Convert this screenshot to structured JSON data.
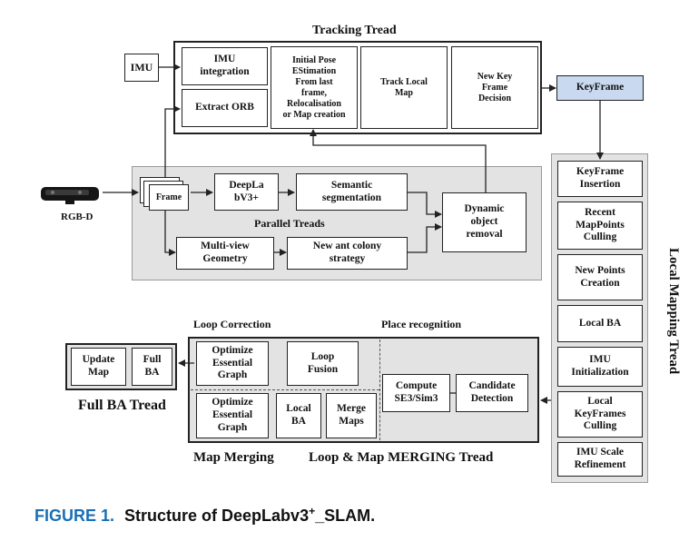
{
  "colors": {
    "caption_accent": "#1a6fb5",
    "keyframe_fill": "#c9d9ef",
    "region_fill": "#e3e3e3"
  },
  "tracking": {
    "title": "Tracking Tread",
    "imu": "IMU",
    "imu_integration": "IMU\nintegration",
    "extract_orb": "Extract ORB",
    "initial_pose": "Initial Pose\nEStimation\nFrom last\nframe,\nRelocalisation\nor Map creation",
    "track_local_map": "Track Local\nMap",
    "new_keyframe_decision": "New Key\nFrame\nDecision"
  },
  "keyframe": "KeyFrame",
  "sensor": {
    "label": "RGB-D",
    "icon": "rgbd-camera-icon"
  },
  "parallel": {
    "title": "Parallel Treads",
    "frame": "Frame",
    "deeplab": "DeepLa\nbV3+",
    "semantic": "Semantic\nsegmentation",
    "multiview": "Multi-view\nGeometry",
    "antcolony": "New ant colony\nstrategy",
    "dynamic": "Dynamic\nobject\nremoval"
  },
  "local_mapping": {
    "title": "Local Mapping Tread",
    "items": [
      "KeyFrame\nInsertion",
      "Recent\nMapPoints\nCulling",
      "New Points\nCreation",
      "Local BA",
      "IMU\nInitialization",
      "Local\nKeyFrames\nCulling",
      "IMU Scale\nRefinement"
    ]
  },
  "loop": {
    "title": "Loop & Map MERGING Tread",
    "loop_correction": "Loop Correction",
    "place_recognition": "Place recognition",
    "map_merging": "Map Merging",
    "optimize_essential_1": "Optimize\nEssential\nGraph",
    "loop_fusion": "Loop\nFusion",
    "optimize_essential_2": "Optimize\nEssential\nGraph",
    "local_ba": "Local\nBA",
    "merge_maps": "Merge\nMaps",
    "compute_se3": "Compute\nSE3/Sim3",
    "candidate_detection": "Candidate\nDetection"
  },
  "full_ba": {
    "title": "Full BA Tread",
    "update_map": "Update\nMap",
    "full_ba": "Full\nBA"
  },
  "caption": {
    "figure": "FIGURE 1.",
    "text_before": "Structure of DeepLabv3",
    "superscript": "+",
    "text_after": "_SLAM."
  }
}
